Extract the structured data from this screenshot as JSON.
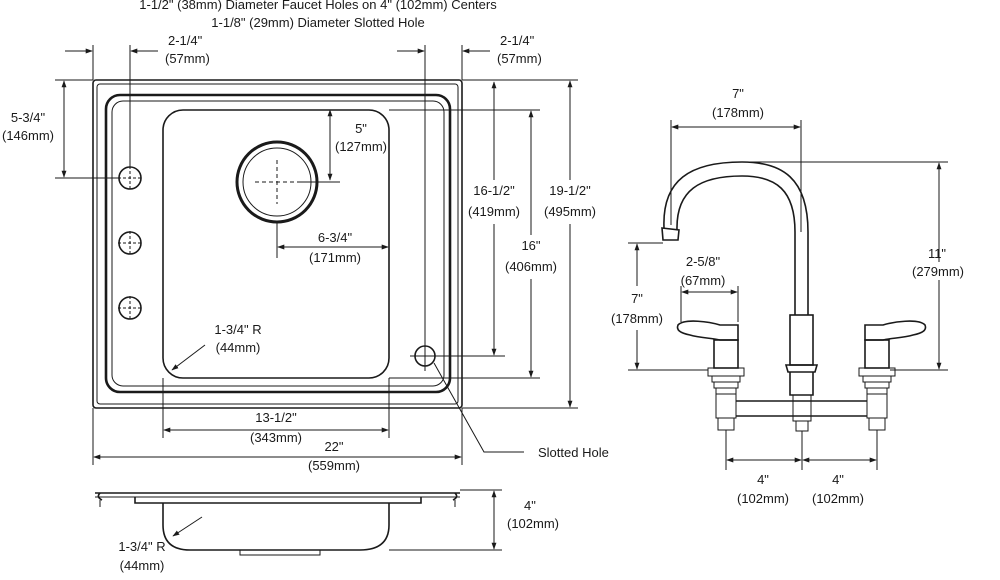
{
  "header": {
    "line1": "1-1/2\" (38mm) Diameter Faucet Holes on 4\" (102mm) Centers",
    "line2": "1-1/8\" (29mm) Diameter Slotted Hole"
  },
  "sink_top": {
    "left_offset_in": "2-1/4\"",
    "left_offset_mm": "(57mm)",
    "right_offset_in": "2-1/4\"",
    "right_offset_mm": "(57mm)",
    "top_to_hole_in": "5-3/4\"",
    "top_to_hole_mm": "(146mm)",
    "drain_from_top_in": "5\"",
    "drain_from_top_mm": "(127mm)",
    "drain_from_left_in": "6-3/4\"",
    "drain_from_left_mm": "(171mm)",
    "bowl_width_in": "13-1/2\"",
    "bowl_width_mm": "(343mm)",
    "overall_width_in": "22\"",
    "overall_width_mm": "(559mm)",
    "depth_inner_in": "16-1/2\"",
    "depth_inner_mm": "(419mm)",
    "depth_bowl_in": "16\"",
    "depth_bowl_mm": "(406mm)",
    "depth_overall_in": "19-1/2\"",
    "depth_overall_mm": "(495mm)",
    "corner_radius_in": "1-3/4\" R",
    "corner_radius_mm": "(44mm)",
    "slotted_hole_label": "Slotted Hole"
  },
  "sink_side": {
    "depth_in": "4\"",
    "depth_mm": "(102mm)",
    "radius_in": "1-3/4\" R",
    "radius_mm": "(44mm)"
  },
  "faucet": {
    "reach_in": "7\"",
    "reach_mm": "(178mm)",
    "height_in": "11\"",
    "height_mm": "(279mm)",
    "spout_height_in": "7\"",
    "spout_height_mm": "(178mm)",
    "handle_in": "2-5/8\"",
    "handle_mm": "(67mm)",
    "spacing_left_in": "4\"",
    "spacing_left_mm": "(102mm)",
    "spacing_right_in": "4\"",
    "spacing_right_mm": "(102mm)"
  }
}
